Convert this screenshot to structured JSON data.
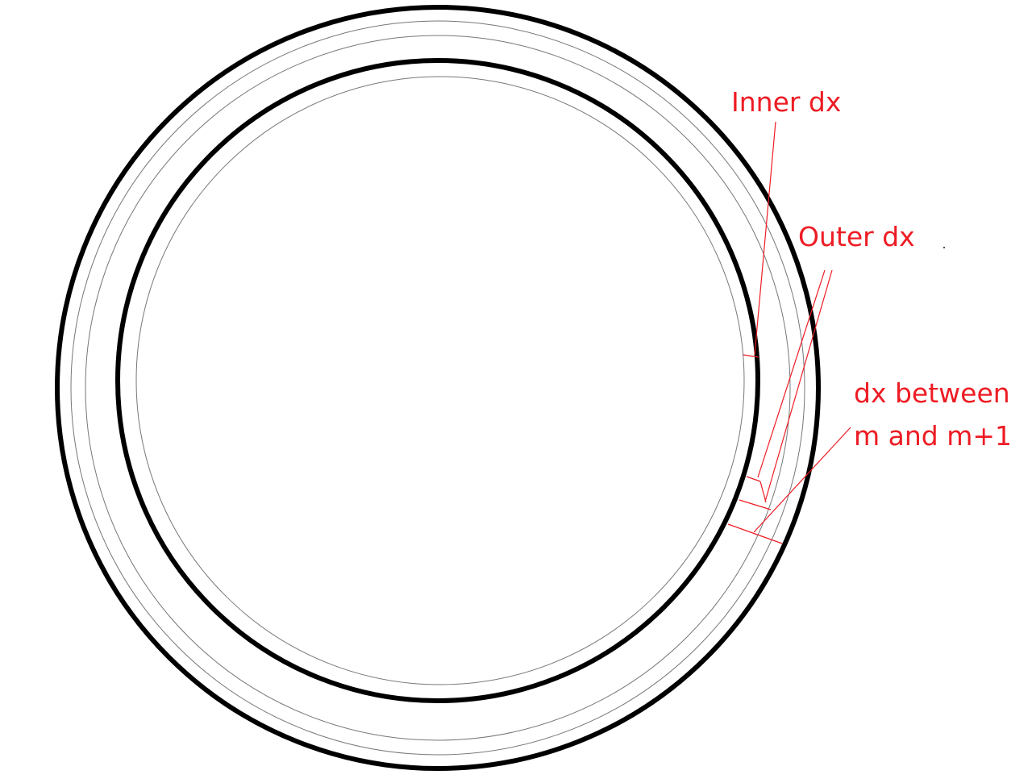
{
  "diagram": {
    "stroke_color": "#000000",
    "annotation_color": "#ed1c24",
    "labels": {
      "inner_dx": "Inner dx",
      "outer_dx": "Outer dx",
      "dx_between_line1": "dx between",
      "dx_between_line2": "m and m+1"
    }
  }
}
